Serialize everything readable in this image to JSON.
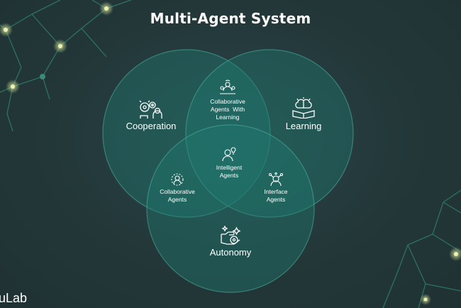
{
  "title": "Multi-Agent System",
  "circles": {
    "cooperation": "Cooperation",
    "learning": "Learning",
    "autonomy": "Autonomy"
  },
  "overlaps": {
    "coop_learning": [
      "Collaborative",
      "Agents  With",
      "Learning"
    ],
    "center": [
      "Intelligent",
      "Agents"
    ],
    "coop_autonomy": [
      "Collaborative",
      "Agents"
    ],
    "learning_autonomy": [
      "Interface",
      "Agents"
    ]
  },
  "brand": "uLab",
  "colors": {
    "background": "#24383b",
    "circle_fill": "#1f7a70",
    "circle_stroke": "#4db3a3",
    "network_line": "#2f7d6a",
    "node_glow": "#d8e69a"
  }
}
